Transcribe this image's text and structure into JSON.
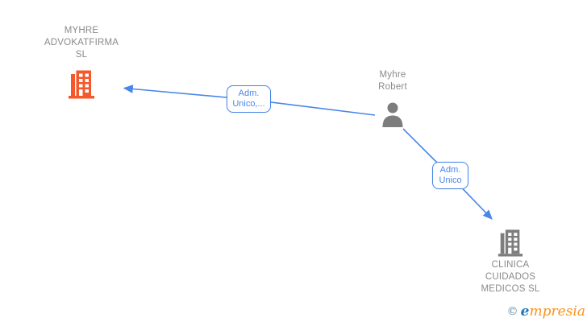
{
  "diagram": {
    "nodes": {
      "company_a": {
        "name_line1": "MYHRE",
        "name_line2": "ADVOKATFIRMA",
        "name_line3": "SL",
        "icon": "building-icon"
      },
      "person": {
        "name_line1": "Myhre",
        "name_line2": "Robert",
        "icon": "person-icon"
      },
      "company_b": {
        "name_line1": "CLINICA",
        "name_line2": "CUIDADOS",
        "name_line3": "MEDICOS SL",
        "icon": "building-icon"
      }
    },
    "edges": {
      "person_to_company_a": {
        "label_line1": "Adm.",
        "label_line2": "Unico,..."
      },
      "person_to_company_b": {
        "label_line1": "Adm.",
        "label_line2": "Unico"
      }
    },
    "colors": {
      "edge_blue": "#4a86e8",
      "node_text_gray": "#8a8a8a",
      "highlight_orange": "#f4582d",
      "neutral_gray": "#7d7d7d"
    }
  },
  "watermark": {
    "copyright_symbol": "©",
    "brand_initial": "e",
    "brand_rest": "mpresia"
  }
}
